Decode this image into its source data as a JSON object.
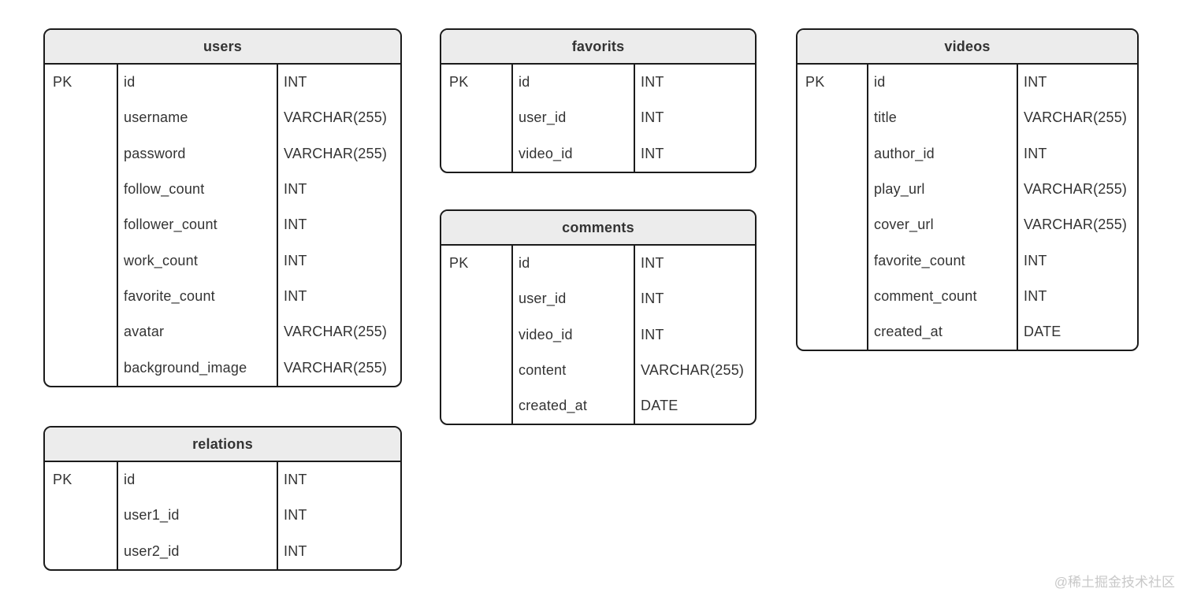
{
  "diagram": {
    "type": "er-diagram",
    "tables": [
      {
        "name": "users",
        "rows": [
          {
            "key": "PK",
            "name": "id",
            "type": "INT"
          },
          {
            "key": "",
            "name": "username",
            "type": "VARCHAR(255)"
          },
          {
            "key": "",
            "name": "password",
            "type": "VARCHAR(255)"
          },
          {
            "key": "",
            "name": "follow_count",
            "type": "INT"
          },
          {
            "key": "",
            "name": "follower_count",
            "type": "INT"
          },
          {
            "key": "",
            "name": "work_count",
            "type": "INT"
          },
          {
            "key": "",
            "name": "favorite_count",
            "type": "INT"
          },
          {
            "key": "",
            "name": "avatar",
            "type": "VARCHAR(255)"
          },
          {
            "key": "",
            "name": "background_image",
            "type": "VARCHAR(255)"
          }
        ]
      },
      {
        "name": "favorits",
        "rows": [
          {
            "key": "PK",
            "name": "id",
            "type": "INT"
          },
          {
            "key": "",
            "name": "user_id",
            "type": "INT"
          },
          {
            "key": "",
            "name": "video_id",
            "type": "INT"
          }
        ]
      },
      {
        "name": "videos",
        "rows": [
          {
            "key": "PK",
            "name": "id",
            "type": "INT"
          },
          {
            "key": "",
            "name": "title",
            "type": "VARCHAR(255)"
          },
          {
            "key": "",
            "name": "author_id",
            "type": "INT"
          },
          {
            "key": "",
            "name": "play_url",
            "type": "VARCHAR(255)"
          },
          {
            "key": "",
            "name": "cover_url",
            "type": "VARCHAR(255)"
          },
          {
            "key": "",
            "name": "favorite_count",
            "type": "INT"
          },
          {
            "key": "",
            "name": "comment_count",
            "type": "INT"
          },
          {
            "key": "",
            "name": "created_at",
            "type": "DATE"
          }
        ]
      },
      {
        "name": "comments",
        "rows": [
          {
            "key": "PK",
            "name": "id",
            "type": "INT"
          },
          {
            "key": "",
            "name": "user_id",
            "type": "INT"
          },
          {
            "key": "",
            "name": "video_id",
            "type": "INT"
          },
          {
            "key": "",
            "name": "content",
            "type": "VARCHAR(255)"
          },
          {
            "key": "",
            "name": "created_at",
            "type": "DATE"
          }
        ]
      },
      {
        "name": "relations",
        "rows": [
          {
            "key": "PK",
            "name": "id",
            "type": "INT"
          },
          {
            "key": "",
            "name": "user1_id",
            "type": "INT"
          },
          {
            "key": "",
            "name": "user2_id",
            "type": "INT"
          }
        ]
      }
    ]
  },
  "watermark": "@稀土掘金技术社区",
  "colors": {
    "background": "#ffffff",
    "border": "#1b1b1b",
    "header_bg": "#ececec",
    "text": "#333333",
    "watermark": "#c8c8c8"
  }
}
